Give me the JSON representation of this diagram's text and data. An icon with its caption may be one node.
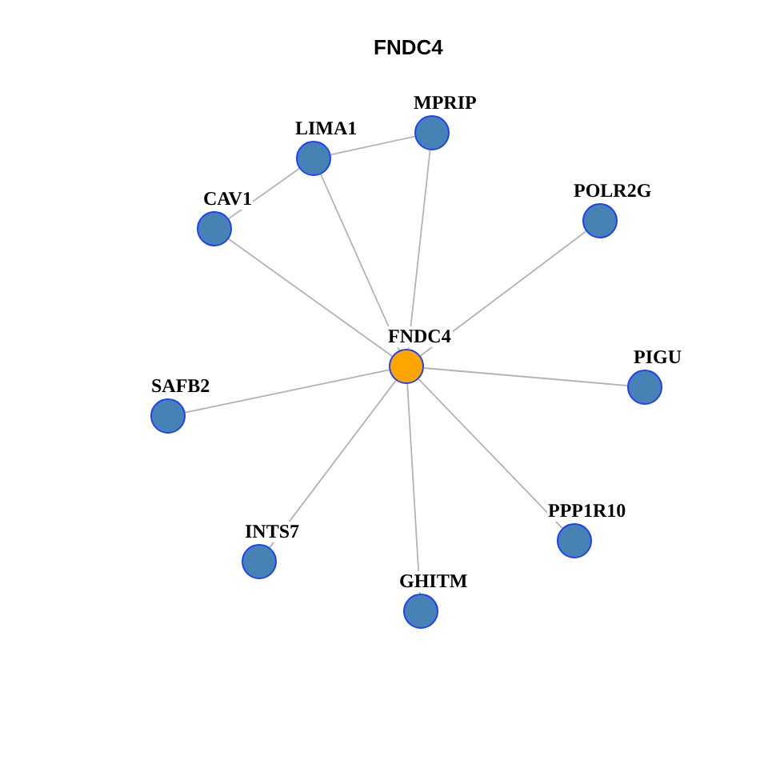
{
  "diagram": {
    "title": "FNDC4",
    "nodes": [
      {
        "text": [
          "MPRIP"
        ]
      },
      {
        "text": [
          "LIMA1"
        ]
      },
      {
        "text": [
          "POLR2G"
        ]
      },
      {
        "text": [
          "CAV1"
        ]
      },
      {
        "text": [
          "FNDC4"
        ]
      },
      {
        "text": [
          "PIGU"
        ]
      },
      {
        "text": [
          "SAFB2"
        ]
      },
      {
        "text": [
          "PPP1R10"
        ]
      },
      {
        "text": [
          "INTS7"
        ]
      },
      {
        "text": [
          "GHITM"
        ]
      }
    ],
    "edges": [
      {
        "from": 4,
        "to": 0,
        "arrow": "none"
      },
      {
        "from": 4,
        "to": 1,
        "arrow": "none"
      },
      {
        "from": 4,
        "to": 2,
        "arrow": "none"
      },
      {
        "from": 4,
        "to": 3,
        "arrow": "none"
      },
      {
        "from": 4,
        "to": 5,
        "arrow": "none"
      },
      {
        "from": 4,
        "to": 6,
        "arrow": "none"
      },
      {
        "from": 4,
        "to": 7,
        "arrow": "none"
      },
      {
        "from": 4,
        "to": 8,
        "arrow": "none"
      },
      {
        "from": 4,
        "to": 9,
        "arrow": "none"
      },
      {
        "from": 1,
        "to": 0,
        "arrow": "none"
      },
      {
        "from": 1,
        "to": 3,
        "arrow": "none"
      }
    ]
  }
}
